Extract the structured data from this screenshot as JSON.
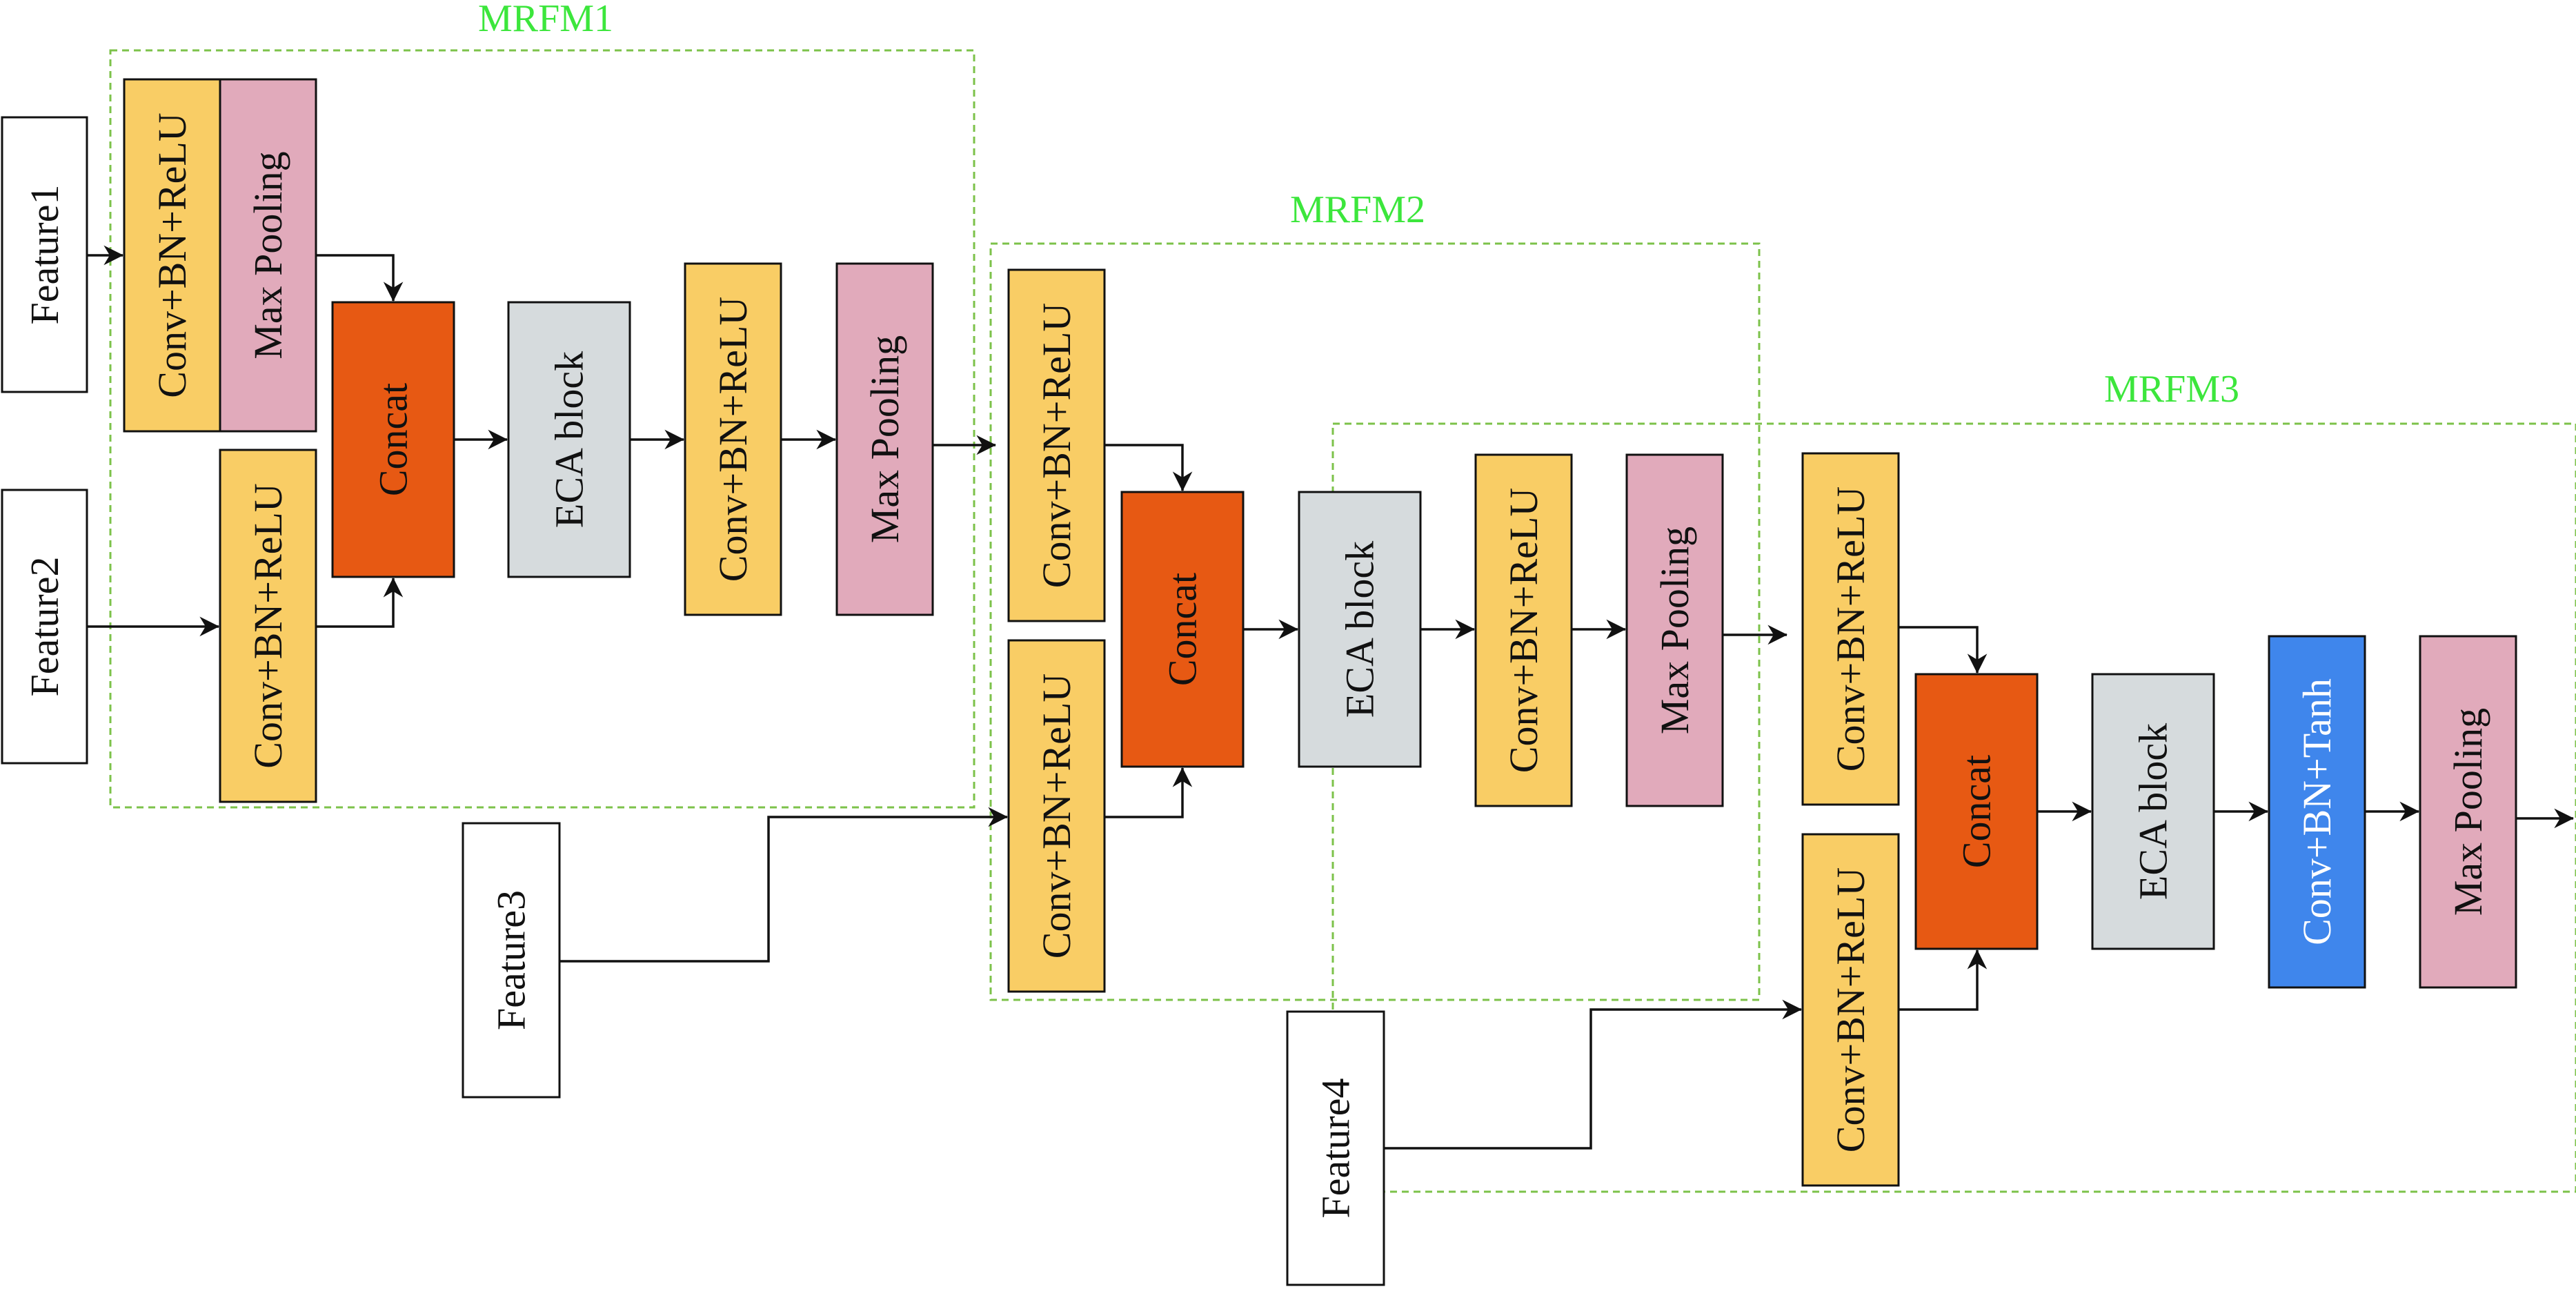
{
  "colors": {
    "conv": "#f9cd65",
    "pool": "#e1aabb",
    "concat": "#e75913",
    "eca": "#d6dbdd",
    "tanh": "#3f86ec",
    "feature": "#ffffff",
    "frame": "#7cc24a",
    "group_title": "#3ce63c"
  },
  "groups": [
    {
      "id": "mrfm1",
      "title": "MRFM1"
    },
    {
      "id": "mrfm2",
      "title": "MRFM2"
    },
    {
      "id": "mrfm3",
      "title": "MRFM3"
    }
  ],
  "features": [
    {
      "id": "f1",
      "label": "Feature1"
    },
    {
      "id": "f2",
      "label": "Feature2"
    },
    {
      "id": "f3",
      "label": "Feature3"
    },
    {
      "id": "f4",
      "label": "Feature4"
    }
  ],
  "blocks": [
    {
      "id": "m1_conv_a",
      "kind": "conv",
      "label": "Conv+BN+ReLU"
    },
    {
      "id": "m1_pool_a",
      "kind": "pool",
      "label": "Max Pooling"
    },
    {
      "id": "m1_conv_b",
      "kind": "conv",
      "label": "Conv+BN+ReLU"
    },
    {
      "id": "m1_concat",
      "kind": "concat",
      "label": "Concat"
    },
    {
      "id": "m1_eca",
      "kind": "eca",
      "label": "ECA block"
    },
    {
      "id": "m1_conv_c",
      "kind": "conv",
      "label": "Conv+BN+ReLU"
    },
    {
      "id": "m1_pool_b",
      "kind": "pool",
      "label": "Max Pooling"
    },
    {
      "id": "m2_conv_a",
      "kind": "conv",
      "label": "Conv+BN+ReLU"
    },
    {
      "id": "m2_conv_b",
      "kind": "conv",
      "label": "Conv+BN+ReLU"
    },
    {
      "id": "m2_concat",
      "kind": "concat",
      "label": "Concat"
    },
    {
      "id": "m2_eca",
      "kind": "eca",
      "label": "ECA block"
    },
    {
      "id": "m2_conv_c",
      "kind": "conv",
      "label": "Conv+BN+ReLU"
    },
    {
      "id": "m2_pool",
      "kind": "pool",
      "label": "Max Pooling"
    },
    {
      "id": "m3_conv_a",
      "kind": "conv",
      "label": "Conv+BN+ReLU"
    },
    {
      "id": "m3_conv_b",
      "kind": "conv",
      "label": "Conv+BN+ReLU"
    },
    {
      "id": "m3_concat",
      "kind": "concat",
      "label": "Concat"
    },
    {
      "id": "m3_eca",
      "kind": "eca",
      "label": "ECA block"
    },
    {
      "id": "m3_tanh",
      "kind": "tanh",
      "label": "Conv+BN+Tanh"
    },
    {
      "id": "m3_pool",
      "kind": "pool",
      "label": "Max Pooling"
    }
  ],
  "connections": [
    {
      "from": "f1",
      "to": "m1_conv_a"
    },
    {
      "from": "f2",
      "to": "m1_conv_b"
    },
    {
      "from": "m1_pool_a",
      "to": "m1_concat"
    },
    {
      "from": "m1_conv_b",
      "to": "m1_concat"
    },
    {
      "from": "m1_concat",
      "to": "m1_eca"
    },
    {
      "from": "m1_eca",
      "to": "m1_conv_c"
    },
    {
      "from": "m1_conv_c",
      "to": "m1_pool_b"
    },
    {
      "from": "m1_pool_b",
      "to": "m2_conv_a"
    },
    {
      "from": "f3",
      "to": "m2_conv_b"
    },
    {
      "from": "m2_conv_a",
      "to": "m2_concat"
    },
    {
      "from": "m2_conv_b",
      "to": "m2_concat"
    },
    {
      "from": "m2_concat",
      "to": "m2_eca"
    },
    {
      "from": "m2_eca",
      "to": "m2_conv_c"
    },
    {
      "from": "m2_conv_c",
      "to": "m2_pool"
    },
    {
      "from": "m2_pool",
      "to": "m3_conv_a"
    },
    {
      "from": "f4",
      "to": "m3_conv_b"
    },
    {
      "from": "m3_conv_a",
      "to": "m3_concat"
    },
    {
      "from": "m3_conv_b",
      "to": "m3_concat"
    },
    {
      "from": "m3_concat",
      "to": "m3_eca"
    },
    {
      "from": "m3_eca",
      "to": "m3_tanh"
    },
    {
      "from": "m3_tanh",
      "to": "m3_pool"
    },
    {
      "from": "m3_pool",
      "to": "output"
    }
  ]
}
